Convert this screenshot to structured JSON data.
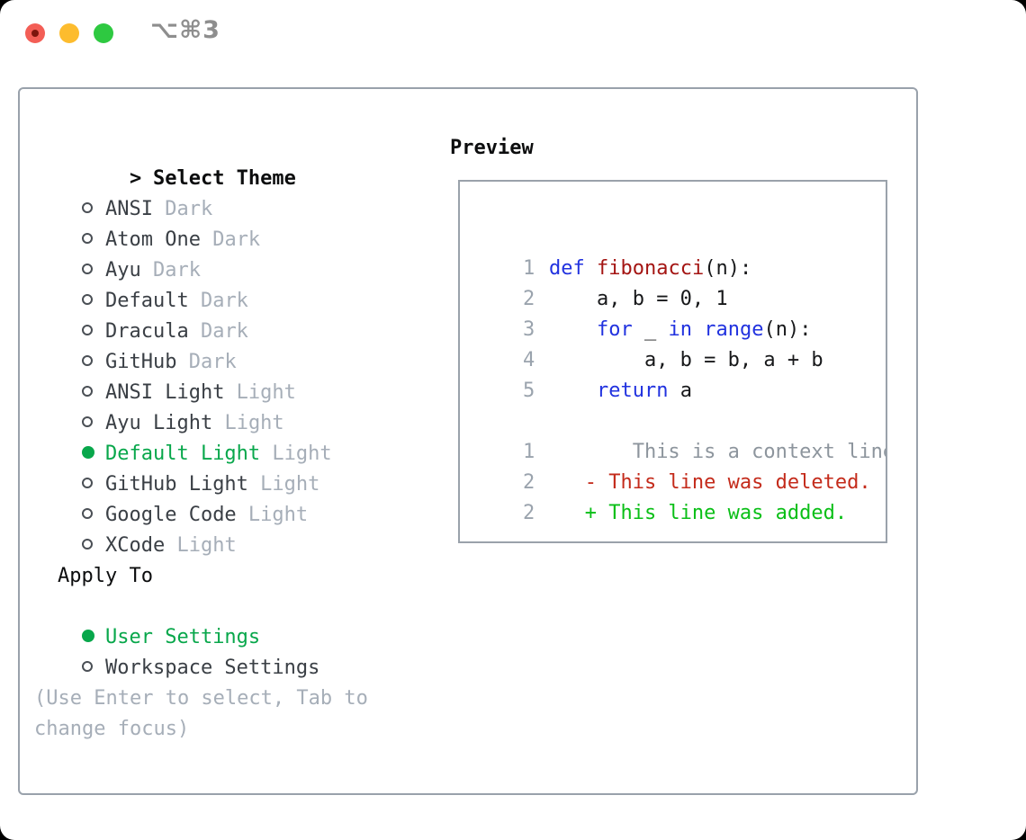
{
  "colors": {
    "keyword": "#2132df",
    "function": "#a41513",
    "plain": "#17181a",
    "line_number": "#9aa3ad",
    "context": "#8d959d",
    "deleted": "#c42b1b",
    "added": "#0abf17",
    "accent_green": "#08a74b",
    "item_text": "#3a3f45",
    "muted_text": "#a6aeb8",
    "panel_border": "#99a1ab",
    "preview_border": "#9aa2ab",
    "titlebar_text": "#8e8e8e",
    "traffic_red": "#f35e56",
    "traffic_red_dot": "#7d150d",
    "traffic_yellow": "#fdbc2e",
    "traffic_green": "#2ec941"
  },
  "window": {
    "hotkey_label": "⌥⌘3"
  },
  "theme_picker": {
    "title_prefix": ">",
    "title": "Select Theme",
    "items": [
      {
        "name": "ANSI",
        "variant": "Dark",
        "selected": false
      },
      {
        "name": "Atom One",
        "variant": "Dark",
        "selected": false
      },
      {
        "name": "Ayu",
        "variant": "Dark",
        "selected": false
      },
      {
        "name": "Default",
        "variant": "Dark",
        "selected": false
      },
      {
        "name": "Dracula",
        "variant": "Dark",
        "selected": false
      },
      {
        "name": "GitHub",
        "variant": "Dark",
        "selected": false
      },
      {
        "name": "ANSI Light",
        "variant": "Light",
        "selected": false
      },
      {
        "name": "Ayu Light",
        "variant": "Light",
        "selected": false
      },
      {
        "name": "Default Light",
        "variant": "Light",
        "selected": true
      },
      {
        "name": "GitHub Light",
        "variant": "Light",
        "selected": false
      },
      {
        "name": "Google Code",
        "variant": "Light",
        "selected": false
      },
      {
        "name": "XCode",
        "variant": "Light",
        "selected": false
      }
    ]
  },
  "apply_to": {
    "title": "Apply To",
    "options": [
      {
        "name": "User Settings",
        "selected": true
      },
      {
        "name": "Workspace Settings",
        "selected": false
      }
    ]
  },
  "help_text": "(Use Enter to select, Tab to change focus)",
  "preview": {
    "title": "Preview",
    "code_lines": [
      {
        "num": "1",
        "segments": [
          {
            "t": "def",
            "c": "keyword"
          },
          {
            "t": " ",
            "c": "plain"
          },
          {
            "t": "fibonacci",
            "c": "function"
          },
          {
            "t": "(n):",
            "c": "plain"
          }
        ]
      },
      {
        "num": "2",
        "segments": [
          {
            "t": "    a, b = 0, 1",
            "c": "plain"
          }
        ]
      },
      {
        "num": "3",
        "segments": [
          {
            "t": "    ",
            "c": "plain"
          },
          {
            "t": "for",
            "c": "keyword"
          },
          {
            "t": " _ ",
            "c": "plain"
          },
          {
            "t": "in",
            "c": "keyword"
          },
          {
            "t": " ",
            "c": "plain"
          },
          {
            "t": "range",
            "c": "builtin"
          },
          {
            "t": "(n):",
            "c": "plain"
          }
        ]
      },
      {
        "num": "4",
        "segments": [
          {
            "t": "        a, b = b, a + b",
            "c": "plain"
          }
        ]
      },
      {
        "num": "5",
        "segments": [
          {
            "t": "    ",
            "c": "plain"
          },
          {
            "t": "return",
            "c": "keyword"
          },
          {
            "t": " a",
            "c": "plain"
          }
        ]
      },
      {
        "num": "",
        "segments": []
      },
      {
        "num": "1",
        "segments": [
          {
            "t": "       This is a context line.",
            "c": "context"
          }
        ]
      },
      {
        "num": "2",
        "segments": [
          {
            "t": "   - This line was deleted.",
            "c": "deleted"
          }
        ]
      },
      {
        "num": "2",
        "segments": [
          {
            "t": "   + This line was added.",
            "c": "added"
          }
        ]
      }
    ]
  }
}
